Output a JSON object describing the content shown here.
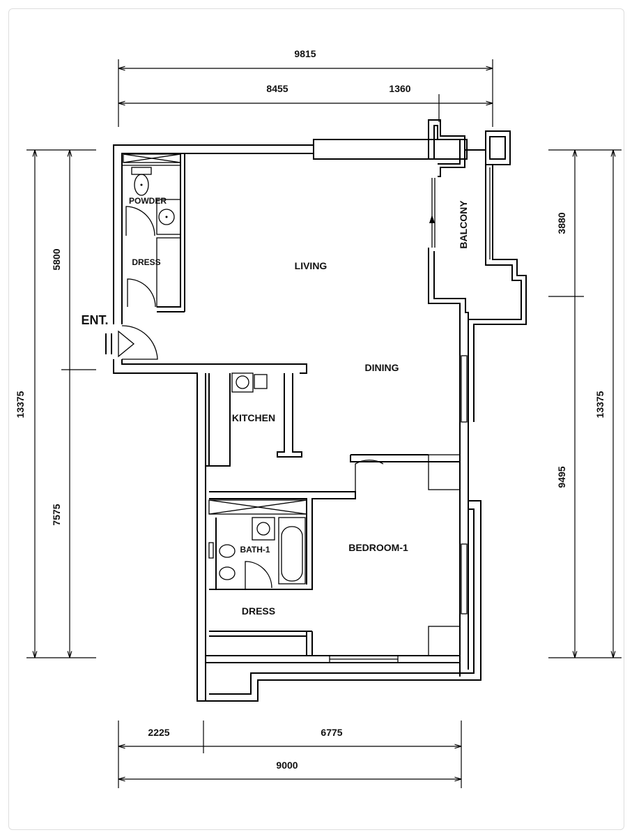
{
  "rooms": {
    "living": "LIVING",
    "dining": "DINING",
    "kitchen": "KITCHEN",
    "powder": "POWDER",
    "dress_top": "DRESS",
    "dress_bottom": "DRESS",
    "balcony": "BALCONY",
    "bedroom": "BEDROOM-1",
    "bath": "BATH-1",
    "entrance": "ENT."
  },
  "dimensions": {
    "top_total": "9815",
    "top_left": "8455",
    "top_right": "1360",
    "left_total": "13375",
    "left_upper": "5800",
    "left_lower": "7575",
    "right_total": "13375",
    "right_upper": "3880",
    "right_lower": "9495",
    "bottom_left": "2225",
    "bottom_right": "6775",
    "bottom_total": "9000"
  }
}
